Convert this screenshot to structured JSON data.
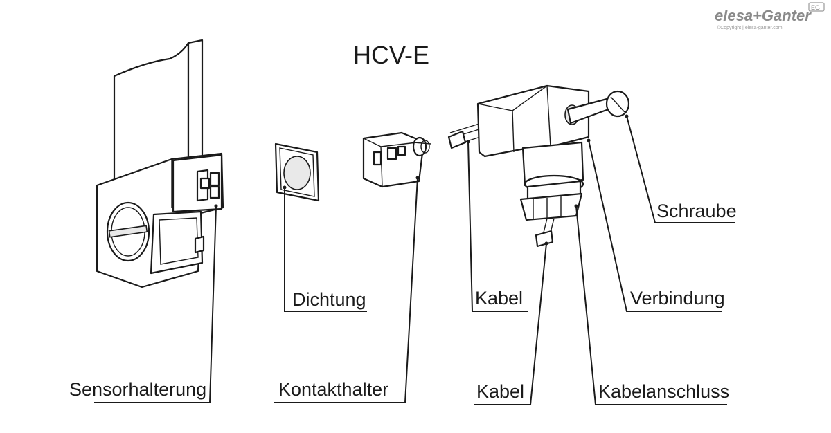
{
  "title": "HCV-E",
  "logo": {
    "brand": "elesa+Ganter",
    "copyright": "©Copyright | elesa-ganter.com",
    "badge": "EG"
  },
  "labels": {
    "sensorhalterung": "Sensorhalterung",
    "dichtung": "Dichtung",
    "kontakthalter": "Kontakthalter",
    "kabel_top": "Kabel",
    "kabel_bottom": "Kabel",
    "verbindung": "Verbindung",
    "kabelanschluss": "Kabelanschluss",
    "schraube": "Schraube"
  }
}
